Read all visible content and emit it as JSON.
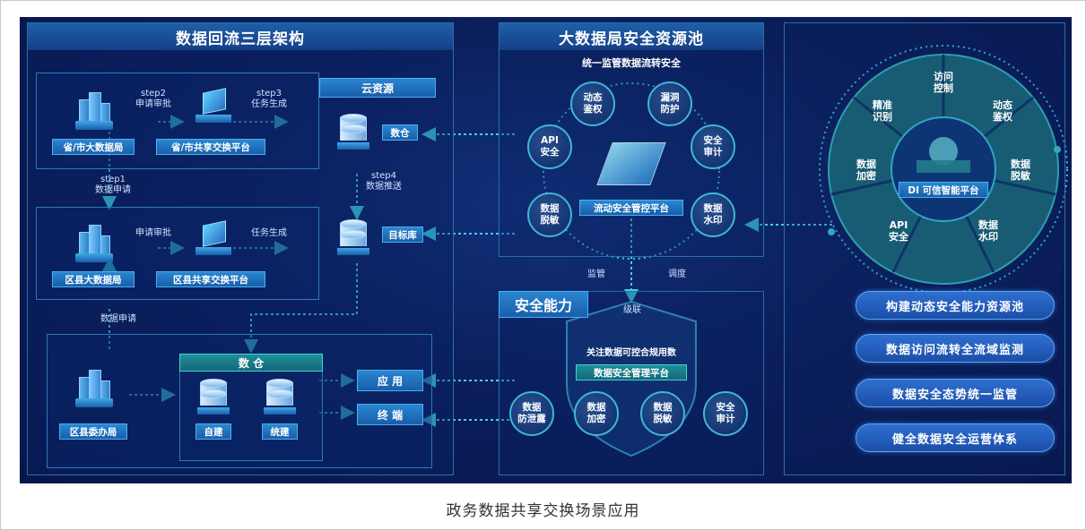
{
  "caption": "政务数据共享交换场景应用",
  "left": {
    "title": "数据回流三层架构",
    "province_bureau": "省/市大数据局",
    "province_platform": "省/市共享交换平台",
    "step2": "step2",
    "step2_text": "申请审批",
    "step3": "step3",
    "step3_text": "任务生成",
    "step1": "step1",
    "step1_text": "数据申请",
    "county_bureau": "区县大数据局",
    "county_platform": "区县共享交换平台",
    "county_approve": "申请审批",
    "county_task": "任务生成",
    "cloud_title": "云资源",
    "warehouse": "数仓",
    "step4": "step4",
    "step4_text": "数据推送",
    "target_db": "目标库",
    "data_apply": "数据申请",
    "county_office": "区县委办局",
    "dw_title": "数 仓",
    "self_built": "自建",
    "unified_built": "统建",
    "app": "应 用",
    "terminal": "终 端"
  },
  "middle": {
    "title": "大数据局安全资源池",
    "subtitle": "统一监管数据流转安全",
    "core": "流动安全管控平台",
    "nodes": [
      {
        "name": "dynamic-auth",
        "line1": "动态",
        "line2": "鉴权"
      },
      {
        "name": "vuln-protect",
        "line1": "漏洞",
        "line2": "防护"
      },
      {
        "name": "api-security",
        "line1": "API",
        "line2": "安全"
      },
      {
        "name": "security-audit",
        "line1": "安全",
        "line2": "审计"
      },
      {
        "name": "data-masking",
        "line1": "数据",
        "line2": "脱敏"
      },
      {
        "name": "data-watermark",
        "line1": "数据",
        "line2": "水印"
      }
    ],
    "supervise": "监管",
    "dispatch": "调度",
    "cascade": "级联",
    "capability_title": "安全能力",
    "capability_sub": "关注数据可控合规用数",
    "capability_platform": "数据安全管理平台",
    "cap_nodes": [
      {
        "name": "leak-prevention",
        "line1": "数据",
        "line2": "防泄露"
      },
      {
        "name": "data-encryption",
        "line1": "数据",
        "line2": "加密"
      },
      {
        "name": "cap-data-masking",
        "line1": "数据",
        "line2": "脱敏"
      },
      {
        "name": "cap-security-audit",
        "line1": "安全",
        "line2": "审计"
      }
    ]
  },
  "right": {
    "center": "DI 可信智能平台",
    "segments": [
      "访问\n控制",
      "动态\n鉴权",
      "数据\n脱敏",
      "数据\n水印",
      "API\n安全",
      "数据\n加密",
      "精准\n识别"
    ],
    "pills": [
      "构建动态安全能力资源池",
      "数据访问流转全流域监测",
      "数据安全态势统一监管",
      "健全数据安全运营体系"
    ]
  },
  "colors": {
    "background": "#0b1f5c",
    "accent": "#3fd0e0",
    "panel_border": "#2a6ea8",
    "pill": "#2f6fd0"
  }
}
